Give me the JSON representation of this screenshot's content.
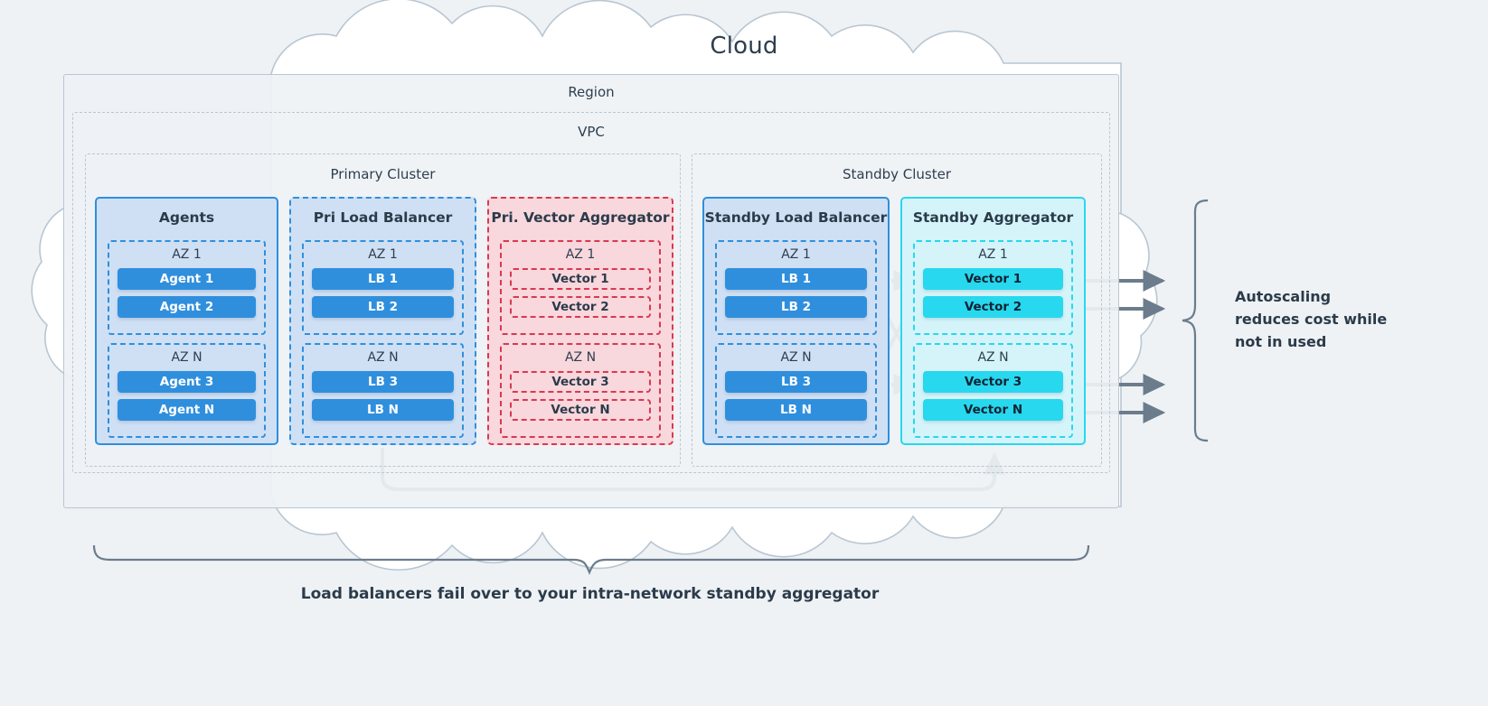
{
  "cloud": {
    "label": "Cloud"
  },
  "region": {
    "label": "Region"
  },
  "vpc": {
    "label": "VPC"
  },
  "clusters": [
    {
      "label": "Primary Cluster"
    },
    {
      "label": "Standby Cluster"
    }
  ],
  "columns": [
    {
      "title": "Agents",
      "style": "blue-solid",
      "zones": [
        {
          "label": "AZ 1",
          "nodes": [
            "Agent 1",
            "Agent 2"
          ]
        },
        {
          "label": "AZ N",
          "nodes": [
            "Agent 3",
            "Agent N"
          ]
        }
      ]
    },
    {
      "title": "Pri Load Balancer",
      "style": "blue-dashed",
      "zones": [
        {
          "label": "AZ 1",
          "nodes": [
            "LB 1",
            "LB 2"
          ]
        },
        {
          "label": "AZ N",
          "nodes": [
            "LB 3",
            "LB N"
          ]
        }
      ]
    },
    {
      "title": "Pri. Vector Aggregator",
      "style": "pink",
      "zones": [
        {
          "label": "AZ 1",
          "nodes": [
            "Vector 1",
            "Vector 2"
          ]
        },
        {
          "label": "AZ N",
          "nodes": [
            "Vector 3",
            "Vector N"
          ]
        }
      ]
    },
    {
      "title": "Standby Load Balancer",
      "style": "blue-solid",
      "zones": [
        {
          "label": "AZ 1",
          "nodes": [
            "LB 1",
            "LB 2"
          ]
        },
        {
          "label": "AZ N",
          "nodes": [
            "LB 3",
            "LB N"
          ]
        }
      ]
    },
    {
      "title": "Standby Aggregator",
      "style": "cyan",
      "zones": [
        {
          "label": "AZ 1",
          "nodes": [
            "Vector 1",
            "Vector 2"
          ]
        },
        {
          "label": "AZ N",
          "nodes": [
            "Vector 3",
            "Vector N"
          ]
        }
      ]
    }
  ],
  "annotations": {
    "right_line1": "Autoscaling",
    "right_line2": "reduces cost while",
    "right_line3": "not in used",
    "bottom": "Load balancers fail over to your intra-network standby aggregator"
  },
  "colors": {
    "background": "#eef2f5",
    "cloud_stroke": "#b9c6d2",
    "cloud_fill": "#ffffff",
    "blue_node": "#2f8fdd",
    "blue_panel": "#cfe0f5",
    "pink_panel": "#f8d7dd",
    "pink_stroke": "#d9394f",
    "cyan_node": "#27d8ee",
    "cyan_panel": "#d5f4fa",
    "arrow": "#6b7c8c",
    "text": "#2b3b4a"
  }
}
